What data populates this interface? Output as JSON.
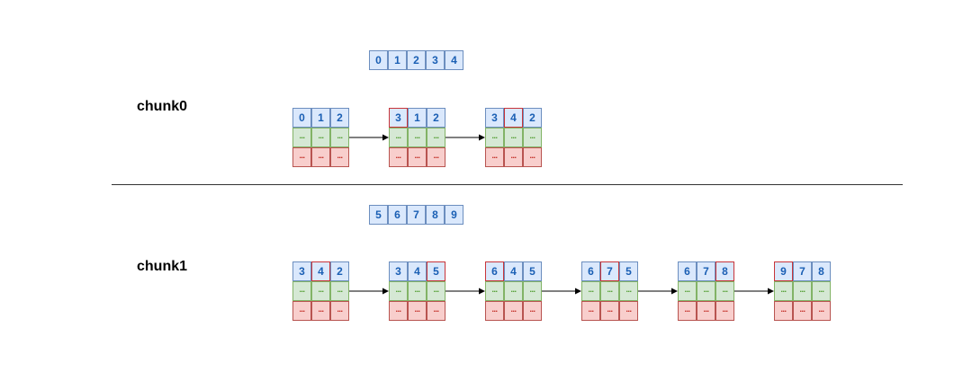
{
  "chunks": [
    {
      "label": "chunk0",
      "sequence": [
        "0",
        "1",
        "2",
        "3",
        "4"
      ],
      "states": [
        {
          "top": [
            "0",
            "1",
            "2"
          ],
          "highlight": null,
          "mid": [
            "...",
            "...",
            "..."
          ],
          "bottom": [
            "...",
            "...",
            "..."
          ]
        },
        {
          "top": [
            "3",
            "1",
            "2"
          ],
          "highlight": 0,
          "mid": [
            "...",
            "...",
            "..."
          ],
          "bottom": [
            "...",
            "...",
            "..."
          ]
        },
        {
          "top": [
            "3",
            "4",
            "2"
          ],
          "highlight": 1,
          "mid": [
            "...",
            "...",
            "..."
          ],
          "bottom": [
            "...",
            "...",
            "..."
          ]
        }
      ]
    },
    {
      "label": "chunk1",
      "sequence": [
        "5",
        "6",
        "7",
        "8",
        "9"
      ],
      "states": [
        {
          "top": [
            "3",
            "4",
            "2"
          ],
          "highlight": 1,
          "mid": [
            "...",
            "...",
            "..."
          ],
          "bottom": [
            "...",
            "...",
            "..."
          ]
        },
        {
          "top": [
            "3",
            "4",
            "5"
          ],
          "highlight": 2,
          "mid": [
            "...",
            "...",
            "..."
          ],
          "bottom": [
            "...",
            "...",
            "..."
          ]
        },
        {
          "top": [
            "6",
            "4",
            "5"
          ],
          "highlight": 0,
          "mid": [
            "...",
            "...",
            "..."
          ],
          "bottom": [
            "...",
            "...",
            "..."
          ]
        },
        {
          "top": [
            "6",
            "7",
            "5"
          ],
          "highlight": 1,
          "mid": [
            "...",
            "...",
            "..."
          ],
          "bottom": [
            "...",
            "...",
            "..."
          ]
        },
        {
          "top": [
            "6",
            "7",
            "8"
          ],
          "highlight": 2,
          "mid": [
            "...",
            "...",
            "..."
          ],
          "bottom": [
            "...",
            "...",
            "..."
          ]
        },
        {
          "top": [
            "9",
            "7",
            "8"
          ],
          "highlight": 0,
          "mid": [
            "...",
            "...",
            "..."
          ],
          "bottom": [
            "...",
            "...",
            "..."
          ]
        }
      ]
    }
  ],
  "colors": {
    "blue_fill": "#dae8fc",
    "green_fill": "#d5e8d4",
    "red_fill": "#f8cecc",
    "highlight_border": "#c8353a",
    "digit_text": "#1a5fb4"
  }
}
